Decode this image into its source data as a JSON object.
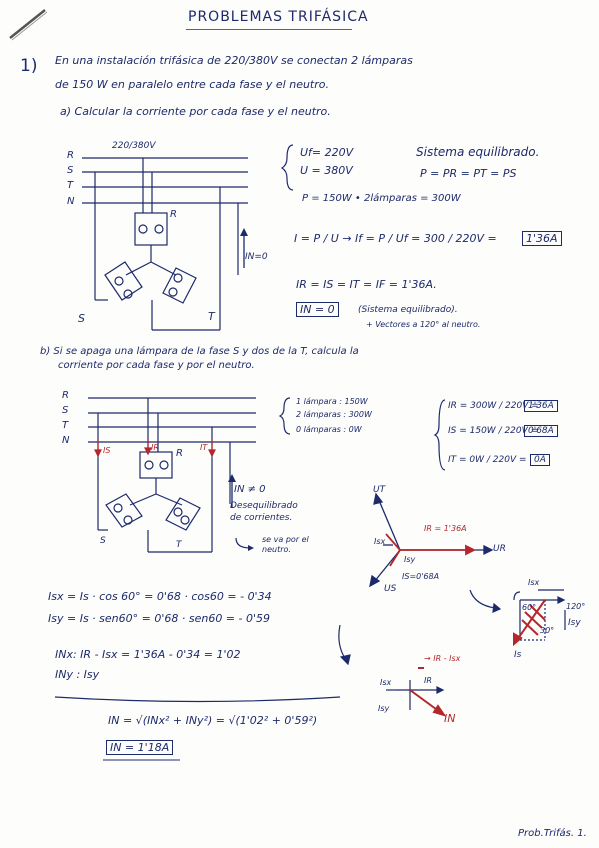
{
  "title": "PROBLEMAS TRIFÁSICA",
  "problem": {
    "number": "1)",
    "statement_line1": "En una instalación trifásica de 220/380V se conectan 2 lámparas",
    "statement_line2": "de 150 W en paralelo entre cada fase y el neutro.",
    "part_a": "a) Calcular la corriente por cada fase y el neutro."
  },
  "diagram_a": {
    "voltage_label": "220/380V",
    "lines": [
      "R",
      "S",
      "T",
      "N"
    ],
    "load_labels": {
      "r": "R",
      "s": "S",
      "t": "T"
    },
    "neutral_current": "IN=0"
  },
  "solution_a": {
    "uf": "Uf= 220V",
    "u": "U = 380V",
    "system": "Sistema equilibrado.",
    "power_eq": "P = PR = PT = PS",
    "power_calc": "P = 150W • 2lámparas = 300W",
    "current_formula": "I = P / U →  If = P / Uf = 300 / 220V =",
    "current_result": "1'36A",
    "phase_currents": "IR = IS = IT = IF = 1'36A.",
    "neutral_result": "IN = 0",
    "neutral_note": "(Sistema equilibrado).",
    "vectors_note": "+ Vectores a 120° al neutro."
  },
  "part_b": {
    "line1": "b) Si se apaga una lámpara de la fase S y dos de la T, calcula la",
    "line2": "corriente por cada fase y por el neutro."
  },
  "diagram_b": {
    "lines": [
      "R",
      "S",
      "T",
      "N"
    ],
    "currents": [
      "IS",
      "IR",
      "IT"
    ],
    "load_labels": {
      "r": "R",
      "s": "S",
      "t": "T"
    },
    "neutral_current": "IN ≠ 0",
    "unbalanced": "Desequilibrado de corrientes.",
    "note": "se va por el neutro."
  },
  "solution_b": {
    "lamps": [
      "1 lámpara : 150W",
      "2 lámparas : 300W",
      "0 lámparas : 0W"
    ],
    "ir": "IR = 300W / 220V =",
    "ir_result": "1'36A",
    "is": "IS = 150W / 220V =",
    "is_result": "0'68A",
    "it": "IT = 0W / 220V =",
    "it_result": "0A"
  },
  "phasor": {
    "ut": "UT",
    "ur": "UR",
    "us": "US",
    "ir_label": "IR = 1'36A",
    "is_label": "IS=0'68A",
    "isx": "Isx",
    "isy": "Isy"
  },
  "triangle": {
    "isx": "Isx",
    "angle": "60°",
    "angle2": "120°",
    "angle3": "30°",
    "isy": "Isy",
    "is": "Is"
  },
  "components": {
    "isx": "Isx = Is · cos 60° = 0'68 · cos60 = - 0'34",
    "isy": "Isy = Is · sen60° = 0'68 · sen60 = - 0'59",
    "inx": "INx: IR - Isx = 1'36A - 0'34 = 1'02",
    "iny": "INy : Isy",
    "in_formula": "IN = √(INx² + INy²) = √(1'02² + 0'59²)",
    "in_result": "IN = 1'18A"
  },
  "sum_diagram": {
    "label": "→ IR - Isx",
    "isx": "Isx",
    "ir": "IR",
    "isy": "Isy",
    "in": "IN"
  },
  "footer": "Prob.Trifás. 1."
}
